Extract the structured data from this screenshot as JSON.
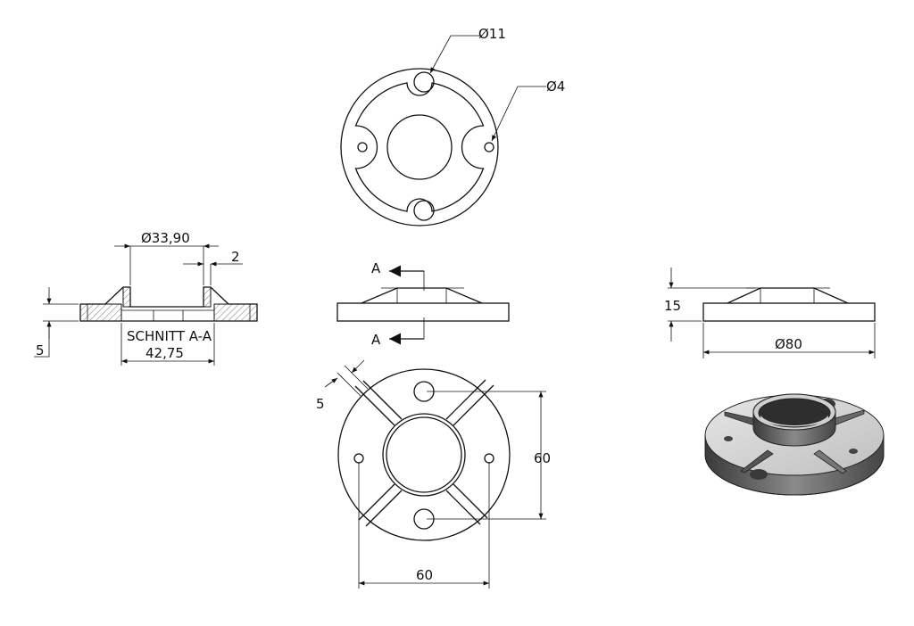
{
  "drawing": {
    "top_view": {
      "hole_large_dim": "Ø11",
      "hole_small_dim": "Ø4"
    },
    "section_view": {
      "bore_dim": "Ø33,90",
      "wall_dim": "2",
      "height_dim": "5",
      "section_label": "SCHNITT A-A",
      "width_dim": "42,75"
    },
    "front_view": {
      "cut_marker_top": "A",
      "cut_marker_bottom": "A"
    },
    "side_view": {
      "height_dim": "15",
      "diameter_dim": "Ø80"
    },
    "bottom_view": {
      "rib_dim": "5",
      "vertical_dim": "60",
      "horizontal_dim": "60"
    }
  }
}
